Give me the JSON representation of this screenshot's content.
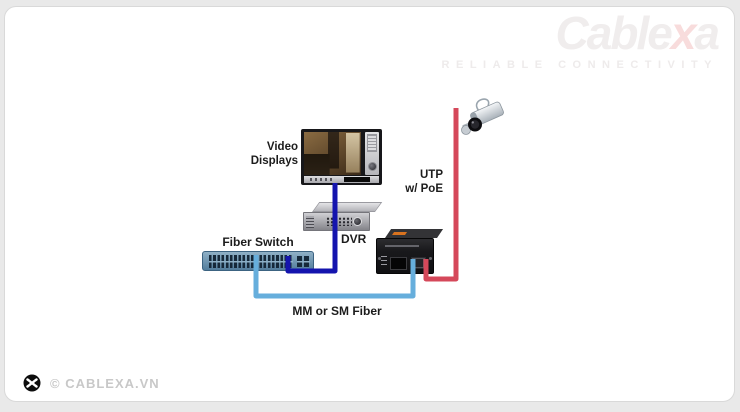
{
  "brand": {
    "logo_text_left": "Cable",
    "logo_text_accent": "x",
    "logo_text_right": "a",
    "tagline": "RELIABLE CONNECTIVITY",
    "logo_color": "#f0eded",
    "logo_accent_color": "#f8dcdc"
  },
  "diagram": {
    "labels": {
      "video_displays_line1": "Video",
      "video_displays_line2": "Displays",
      "dvr": "DVR",
      "fiber_switch": "Fiber Switch",
      "utp_line1": "UTP",
      "utp_line2": "w/ PoE",
      "fiber_link": "MM or SM Fiber"
    },
    "cables": {
      "dvr_to_switch_color": "#1414AE",
      "fiber_color": "#66AEDC",
      "utp_color": "#D5485A"
    },
    "icons": {
      "monitor": "video-display-monitor",
      "dvr": "dvr-recorder",
      "switch": "fiber-switch-48port",
      "converter": "poe-media-converter",
      "camera": "cctv-bullet-camera"
    }
  },
  "footer": {
    "copyright": "© CABLEXA.VN",
    "logo_icon": "cablexa-x-arrows-logo"
  }
}
